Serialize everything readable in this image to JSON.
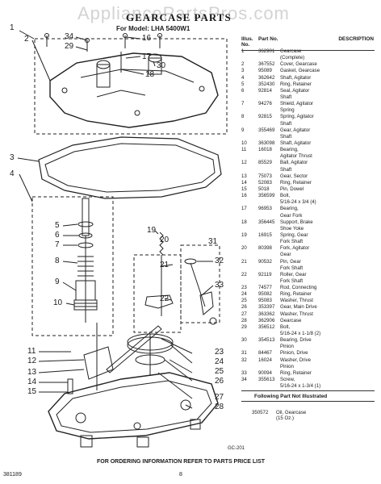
{
  "watermark": "AppliancePartsPros.com",
  "title": "GEARCASE PARTS",
  "subtitle": "For Model: LHA 5400W1",
  "callouts": [
    "1",
    "2",
    "34",
    "29",
    "16",
    "17",
    "30",
    "18",
    "3",
    "4",
    "5",
    "6",
    "7",
    "8",
    "9",
    "10",
    "19",
    "20",
    "21",
    "22",
    "31",
    "32",
    "33",
    "23",
    "24",
    "25",
    "26",
    "11",
    "12",
    "13",
    "14",
    "15",
    "27",
    "28"
  ],
  "table": {
    "headers": {
      "illus": "Illus. No.",
      "part": "Part No.",
      "desc": "DESCRIPTION"
    },
    "rows": [
      {
        "illus": "1",
        "part": "362901",
        "desc": "Gearcase"
      },
      {
        "illus": "",
        "part": "",
        "desc": "(Complete)"
      },
      {
        "illus": "2",
        "part": "367552",
        "desc": "Cover, Gearcase"
      },
      {
        "illus": "3",
        "part": "95089",
        "desc": "Gasket, Gearcase"
      },
      {
        "illus": "4",
        "part": "362642",
        "desc": "Shaft, Agitator"
      },
      {
        "illus": "5",
        "part": "352430",
        "desc": "Ring, Retainer"
      },
      {
        "illus": "6",
        "part": "92814",
        "desc": "Seal, Agitator"
      },
      {
        "illus": "",
        "part": "",
        "desc": "Shaft"
      },
      {
        "illus": "7",
        "part": "94276",
        "desc": "Shield, Agitator"
      },
      {
        "illus": "",
        "part": "",
        "desc": "Spring"
      },
      {
        "illus": "8",
        "part": "92815",
        "desc": "Spring, Agitator"
      },
      {
        "illus": "",
        "part": "",
        "desc": "Shaft"
      },
      {
        "illus": "9",
        "part": "355469",
        "desc": "Gear, Agitator"
      },
      {
        "illus": "",
        "part": "",
        "desc": "Shaft"
      },
      {
        "illus": "10",
        "part": "363098",
        "desc": "Shaft, Agitator"
      },
      {
        "illus": "11",
        "part": "16018",
        "desc": "Bearing,"
      },
      {
        "illus": "",
        "part": "",
        "desc": "Agitator Thrust"
      },
      {
        "illus": "12",
        "part": "85529",
        "desc": "Ball, Agitator"
      },
      {
        "illus": "",
        "part": "",
        "desc": "Shaft"
      },
      {
        "illus": "13",
        "part": "75073",
        "desc": "Gear, Sector"
      },
      {
        "illus": "14",
        "part": "52083",
        "desc": "Ring, Retainer"
      },
      {
        "illus": "15",
        "part": "5018",
        "desc": "Pin, Dowel"
      },
      {
        "illus": "16",
        "part": "356599",
        "desc": "Bolt,"
      },
      {
        "illus": "",
        "part": "",
        "desc": "5/16-24 x 3/4 (4)"
      },
      {
        "illus": "17",
        "part": "96953",
        "desc": "Bearing,"
      },
      {
        "illus": "",
        "part": "",
        "desc": "Gear Fork"
      },
      {
        "illus": "18",
        "part": "356445",
        "desc": "Support, Brake"
      },
      {
        "illus": "",
        "part": "",
        "desc": "Shoe Yoke"
      },
      {
        "illus": "19",
        "part": "16915",
        "desc": "Spring, Gear"
      },
      {
        "illus": "",
        "part": "",
        "desc": "Fork Shaft"
      },
      {
        "illus": "20",
        "part": "80398",
        "desc": "Fork, Agitator"
      },
      {
        "illus": "",
        "part": "",
        "desc": "Gear"
      },
      {
        "illus": "21",
        "part": "90532",
        "desc": "Pin, Gear"
      },
      {
        "illus": "",
        "part": "",
        "desc": "Fork Shaft"
      },
      {
        "illus": "22",
        "part": "92119",
        "desc": "Roller, Gear"
      },
      {
        "illus": "",
        "part": "",
        "desc": "Fork Shaft"
      },
      {
        "illus": "23",
        "part": "74577",
        "desc": "Rod, Connecting"
      },
      {
        "illus": "24",
        "part": "95082",
        "desc": "Ring, Retainer"
      },
      {
        "illus": "25",
        "part": "95083",
        "desc": "Washer, Thrust"
      },
      {
        "illus": "26",
        "part": "353397",
        "desc": "Gear, Main Drive"
      },
      {
        "illus": "27",
        "part": "363362",
        "desc": "Washer, Thrust"
      },
      {
        "illus": "28",
        "part": "362906",
        "desc": "Gearcase"
      },
      {
        "illus": "29",
        "part": "356512",
        "desc": "Bolt,"
      },
      {
        "illus": "",
        "part": "",
        "desc": "5/16-24 x 1-1/8 (2)"
      },
      {
        "illus": "30",
        "part": "354513",
        "desc": "Bearing, Drive"
      },
      {
        "illus": "",
        "part": "",
        "desc": "Pinion"
      },
      {
        "illus": "31",
        "part": "84467",
        "desc": "Pinion, Drive"
      },
      {
        "illus": "32",
        "part": "16024",
        "desc": "Washer, Drive"
      },
      {
        "illus": "",
        "part": "",
        "desc": "Pinion"
      },
      {
        "illus": "33",
        "part": "90094",
        "desc": "Ring, Retainer"
      },
      {
        "illus": "34",
        "part": "355613",
        "desc": "Screw,"
      },
      {
        "illus": "",
        "part": "",
        "desc": "5/16-24 x 1-3/4 (1)"
      }
    ]
  },
  "note": {
    "heading": "Following Part Not Illustrated",
    "part": "350572",
    "desc_line1": "Oil, Gearcase",
    "desc_line2": "(15 Oz.)"
  },
  "footer": "FOR ORDERING INFORMATION REFER TO PARTS PRICE LIST",
  "doc_code": "381189",
  "page_number": "8",
  "figure_code": "GC-201"
}
